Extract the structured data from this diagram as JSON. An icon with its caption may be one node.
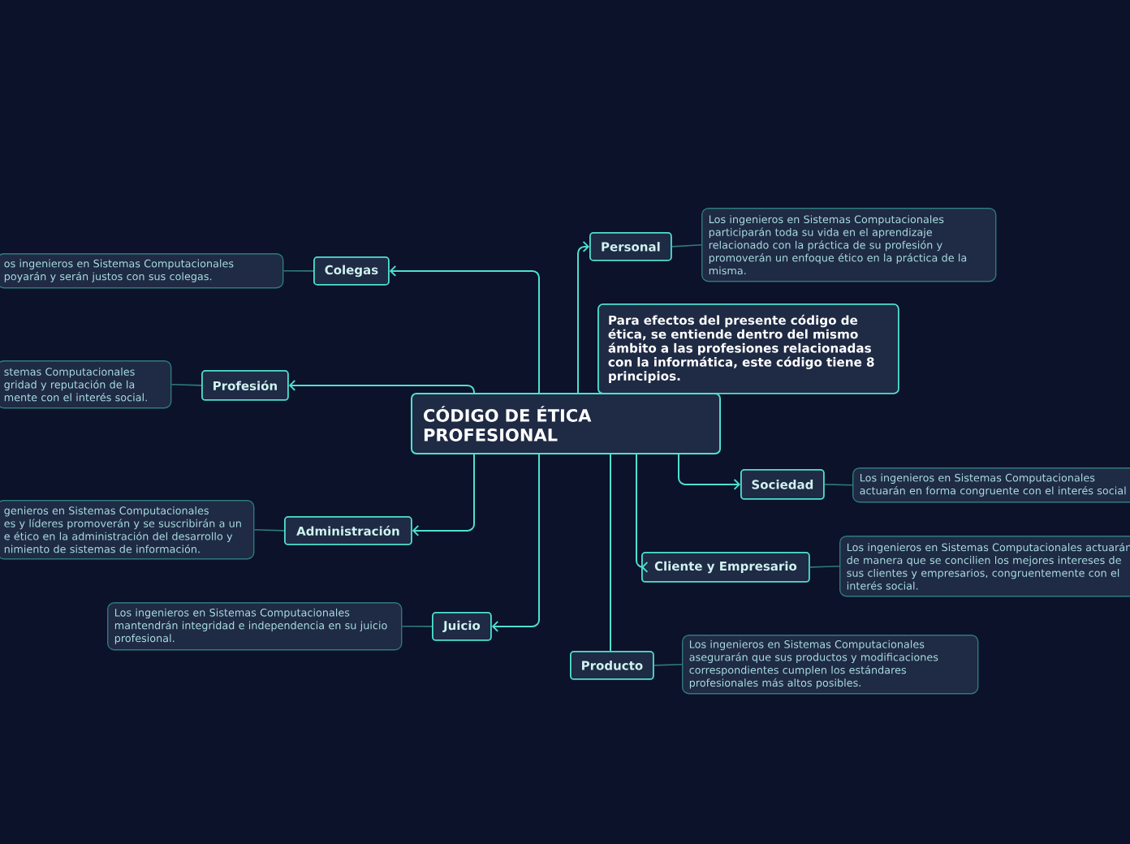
{
  "diagram": {
    "nodes": [
      {
        "text": [
          "CÓDIGO DE ÉTICA PROFESIONAL"
        ]
      },
      {
        "text": [
          "Colegas"
        ]
      },
      {
        "text": [
          "os ingenieros en Sistemas Computacionales",
          "poyarán y serán justos con sus colegas."
        ]
      },
      {
        "text": [
          "Profesión"
        ]
      },
      {
        "text": [
          "stemas Computacionales",
          "gridad y reputación de la",
          "mente con el interés social."
        ]
      },
      {
        "text": [
          "Administración"
        ]
      },
      {
        "text": [
          "genieros en Sistemas Computacionales",
          "es y líderes promoverán y se suscribirán a un",
          "e ético en la administración del desarrollo y",
          "nimiento de sistemas de información."
        ]
      },
      {
        "text": [
          "Juicio"
        ]
      },
      {
        "text": [
          "Los ingenieros en Sistemas Computacionales mantendrán integridad e independencia en su juicio profesional."
        ]
      },
      {
        "text": [
          "Personal"
        ]
      },
      {
        "text": [
          "Los ingenieros en Sistemas Computacionales participarán toda su vida en el aprendizaje relacionado con la práctica de su profesión y promoverán un enfoque ético en la práctica de la misma."
        ]
      },
      {
        "text": [
          "Para efectos del presente código de ética, se entiende dentro del mismo ámbito a las profesiones relacionadas con la informática, este código tiene 8 principios."
        ]
      },
      {
        "text": [
          "Sociedad"
        ]
      },
      {
        "text": [
          "Los ingenieros en Sistemas Computacionales actuarán en forma congruente con el interés social"
        ]
      },
      {
        "text": [
          "Cliente y Empresario"
        ]
      },
      {
        "text": [
          "Los ingenieros en Sistemas Computacionales actuarán de manera que se concilien los mejores intereses de sus clientes y empresarios, congruentemente con el interés social."
        ]
      },
      {
        "text": [
          "Producto"
        ]
      },
      {
        "text": [
          "Los ingenieros en Sistemas Computacionales asegurarán que sus productos y modificaciones correspondientes cumplen los estándares profesionales más altos posibles."
        ]
      }
    ],
    "edges": [
      {
        "from": 0,
        "to": 1,
        "arrow": "to"
      },
      {
        "from": 0,
        "to": 3,
        "arrow": "to"
      },
      {
        "from": 0,
        "to": 5,
        "arrow": "to"
      },
      {
        "from": 0,
        "to": 7,
        "arrow": "to"
      },
      {
        "from": 0,
        "to": 9,
        "arrow": "to"
      },
      {
        "from": 0,
        "to": 12,
        "arrow": "to"
      },
      {
        "from": 0,
        "to": 14,
        "arrow": "to"
      },
      {
        "from": 0,
        "to": 16,
        "arrow": "none"
      },
      {
        "from": 1,
        "to": 2,
        "arrow": "none",
        "color": "#2f7a7c"
      },
      {
        "from": 3,
        "to": 4,
        "arrow": "none",
        "color": "#2f7a7c"
      },
      {
        "from": 5,
        "to": 6,
        "arrow": "none",
        "color": "#2f7a7c"
      },
      {
        "from": 7,
        "to": 8,
        "arrow": "none",
        "color": "#2f7a7c"
      },
      {
        "from": 9,
        "to": 10,
        "arrow": "none",
        "color": "#2f7a7c"
      },
      {
        "from": 12,
        "to": 13,
        "arrow": "none",
        "color": "#2f7a7c"
      },
      {
        "from": 14,
        "to": 15,
        "arrow": "none",
        "color": "#2f7a7c"
      },
      {
        "from": 16,
        "to": 17,
        "arrow": "none",
        "color": "#2f7a7c"
      }
    ]
  }
}
